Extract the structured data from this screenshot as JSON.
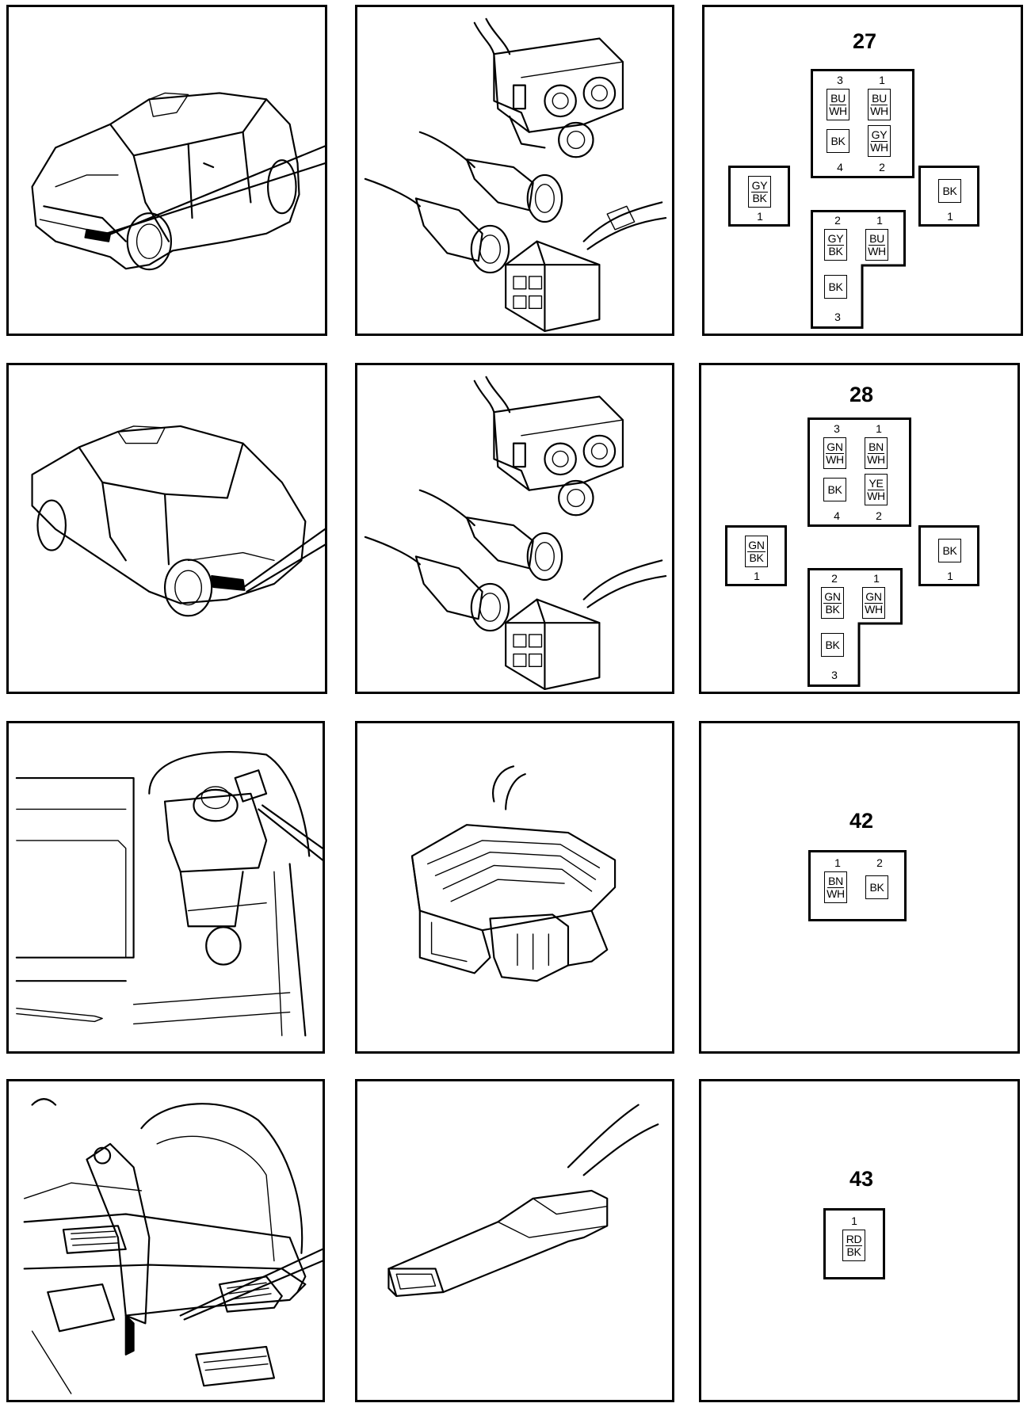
{
  "colors": {
    "line": "#000000",
    "background": "#ffffff"
  },
  "rows": [
    {
      "number": "27",
      "connectors": {
        "left": {
          "pins": [
            {
              "n": "1",
              "wire": [
                "GY",
                "BK"
              ]
            }
          ]
        },
        "right": {
          "pins": [
            {
              "n": "1",
              "wire": [
                "BK"
              ]
            }
          ]
        },
        "top": {
          "pins": [
            {
              "n": "3",
              "wire": [
                "BU",
                "WH"
              ]
            },
            {
              "n": "1",
              "wire": [
                "BU",
                "WH"
              ]
            },
            {
              "n": "4",
              "wire": [
                "BK"
              ]
            },
            {
              "n": "2",
              "wire": [
                "GY",
                "WH"
              ]
            }
          ]
        },
        "bottom": {
          "pins": [
            {
              "n": "2",
              "wire": [
                "GY",
                "BK"
              ]
            },
            {
              "n": "1",
              "wire": [
                "BU",
                "WH"
              ]
            },
            {
              "n": "3",
              "wire": [
                "BK"
              ]
            }
          ]
        }
      }
    },
    {
      "number": "28",
      "connectors": {
        "left": {
          "pins": [
            {
              "n": "1",
              "wire": [
                "GN",
                "BK"
              ]
            }
          ]
        },
        "right": {
          "pins": [
            {
              "n": "1",
              "wire": [
                "BK"
              ]
            }
          ]
        },
        "top": {
          "pins": [
            {
              "n": "3",
              "wire": [
                "GN",
                "WH"
              ]
            },
            {
              "n": "1",
              "wire": [
                "BN",
                "WH"
              ]
            },
            {
              "n": "4",
              "wire": [
                "BK"
              ]
            },
            {
              "n": "2",
              "wire": [
                "YE",
                "WH"
              ]
            }
          ]
        },
        "bottom": {
          "pins": [
            {
              "n": "2",
              "wire": [
                "GN",
                "BK"
              ]
            },
            {
              "n": "1",
              "wire": [
                "GN",
                "WH"
              ]
            },
            {
              "n": "3",
              "wire": [
                "BK"
              ]
            }
          ]
        }
      }
    },
    {
      "number": "42",
      "connectors": {
        "main": {
          "pins": [
            {
              "n": "1",
              "wire": [
                "BN",
                "WH"
              ]
            },
            {
              "n": "2",
              "wire": [
                "BK"
              ]
            }
          ]
        }
      }
    },
    {
      "number": "43",
      "connectors": {
        "main": {
          "pins": [
            {
              "n": "1",
              "wire": [
                "RD",
                "BK"
              ]
            }
          ]
        }
      }
    }
  ]
}
